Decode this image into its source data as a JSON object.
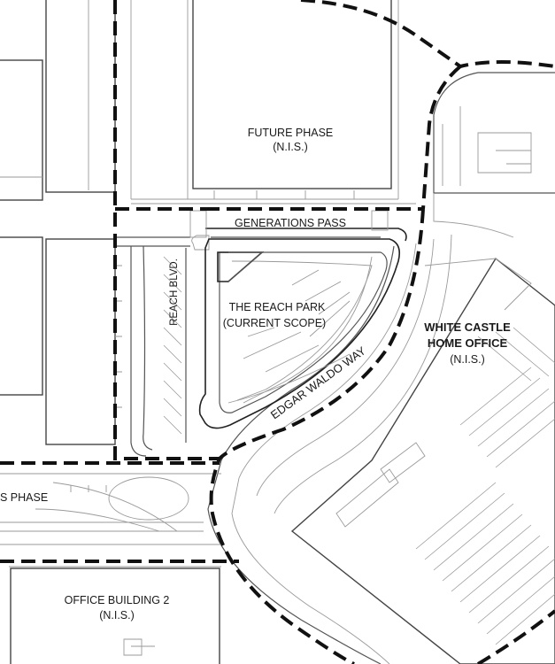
{
  "labels": {
    "future_phase_title": "FUTURE PHASE",
    "future_phase_note": "(N.I.S.)",
    "generations_pass": "GENERATIONS PASS",
    "reach_blvd": "REACH BLVD.",
    "reach_park_line1": "THE REACH PARK",
    "reach_park_line2": "(CURRENT SCOPE)",
    "edgar_waldo_way": "EDGAR  WALDO  WAY",
    "white_castle_line1": "WHITE CASTLE",
    "white_castle_line2": "HOME OFFICE",
    "white_castle_note": "(N.I.S.)",
    "phase_partial": "S PHASE",
    "office_building_title": "OFFICE BUILDING 2",
    "office_building_note": "(N.I.S.)"
  },
  "colors": {
    "linework": "#555555",
    "boundary": "#111111",
    "background": "#ffffff"
  }
}
